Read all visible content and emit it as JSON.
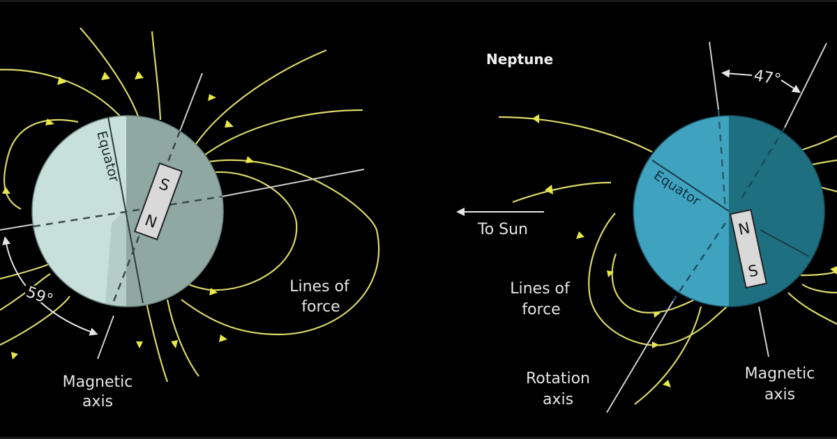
{
  "diagram": {
    "left_planet": {
      "name": "",
      "labels": {
        "equator": "Equator",
        "magnet_top": "S",
        "magnet_bottom": "N",
        "angle": "59°",
        "magnetic_axis_line1": "Magnetic",
        "magnetic_axis_line2": "axis",
        "lines_of_force_line1": "Lines of",
        "lines_of_force_line2": "force"
      },
      "colors": {
        "lit_half": "#c8e0da",
        "dark_half": "#8fa8a2"
      }
    },
    "right_planet": {
      "name": "Neptune",
      "labels": {
        "equator": "Equator",
        "magnet_top": "N",
        "magnet_bottom": "S",
        "angle": "47°",
        "to_sun": "To Sun",
        "lines_of_force_line1": "Lines of",
        "lines_of_force_line2": "force",
        "rotation_axis_line1": "Rotation",
        "rotation_axis_line2": "axis",
        "magnetic_axis_line1": "Magnetic",
        "magnetic_axis_line2": "axis"
      },
      "colors": {
        "lit_half": "#3fa3c0",
        "dark_half": "#1e6f80"
      }
    },
    "colors": {
      "background": "#000000",
      "field_lines": "#d8d86a",
      "axis_lines": "#cfcfcf",
      "magnet": "#d9d9d9"
    }
  }
}
